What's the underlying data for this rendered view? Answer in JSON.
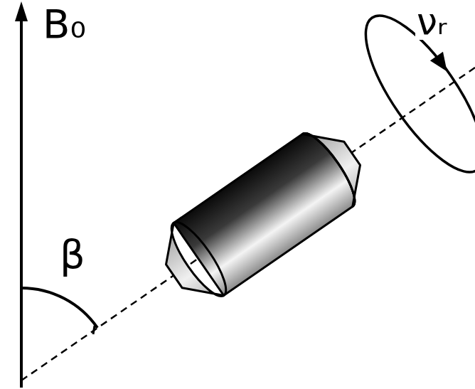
{
  "diagram": {
    "labels": [
      "B₀",
      "νᵣ",
      "β"
    ]
  }
}
